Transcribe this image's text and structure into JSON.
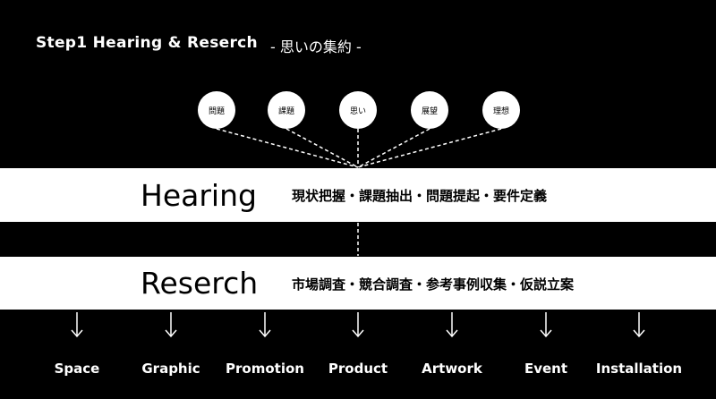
{
  "header": {
    "title": "Step1 Hearing & Reserch",
    "subtitle": "- 思いの集約 -"
  },
  "inputs": [
    "問題",
    "課題",
    "思い",
    "展望",
    "理想"
  ],
  "hearing": {
    "title": "Hearing",
    "description": "現状把握・課題抽出・問題提起・要件定義"
  },
  "reserch": {
    "title": "Reserch",
    "description": "市場調査・競合調査・参考事例収集・仮説立案"
  },
  "outputs": [
    "Space",
    "Graphic",
    "Promotion",
    "Product",
    "Artwork",
    "Event",
    "Installation"
  ],
  "colors": {
    "background": "#000000",
    "foreground": "#ffffff"
  }
}
